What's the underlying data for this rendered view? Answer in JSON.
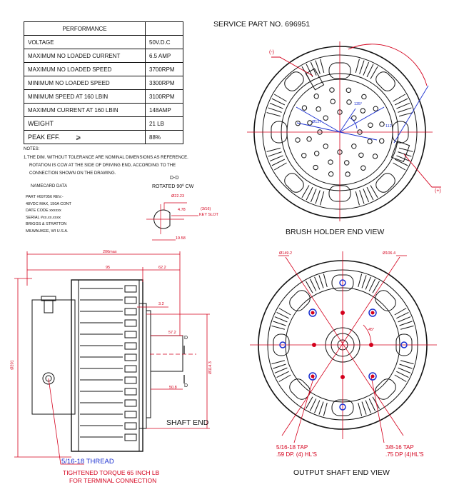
{
  "performance": {
    "header": "PERFORMANCE",
    "rows": [
      {
        "label": "VOLTAGE",
        "value": "50V.D.C"
      },
      {
        "label": "MAXIMUM NO LOADED CURRENT",
        "value": "6.5 AMP"
      },
      {
        "label": "MAXIMUM NO LOADED SPEED",
        "value": "3700RPM"
      },
      {
        "label": "MINIMUM NO LOADED SPEED",
        "value": "3300RPM"
      },
      {
        "label": "MINIMUM SPEED AT 160 LBIN",
        "value": "3100RPM"
      },
      {
        "label": "MAXIMUM CURRENT AT 160 LBIN",
        "value": "148AMP"
      },
      {
        "label": "WEIGHT",
        "value": "21 LB"
      },
      {
        "label": "PEAK EFF.",
        "value": "88%"
      }
    ],
    "peak_symbol": "⩾"
  },
  "service_part": "SERVICE PART NO. 696951",
  "notes": {
    "heading": "NOTES:",
    "line1": "1.THE DIM. WITHOUT TOLERANCE ARE NOMINAL DIMENSIONS AS REFERENCE.",
    "line2": "ROTATION IS CCW AT THE SIDE OF DRIVING END, ACCORDING TO THE",
    "line3": "CONNECTION SHOWN ON THE DRAWING."
  },
  "namecard": {
    "heading": "NAMECARD DATA",
    "lines": [
      "PART #697056 REV.-",
      "48VDC MAX, 150A CONT",
      "DATE CODE xxxxxx",
      "SERIAL #xx.xx.xxxx",
      "BRIGGS & STRATTON",
      "MILWAUKEE, WI U.S.A."
    ]
  },
  "section_view": {
    "label": "D-D",
    "rotated": "ROTATED 90º CW",
    "dim_diameter": "Ø22.23",
    "dim_key_depth": "4.78",
    "key_size": "(3/16)",
    "key_slot": "KEY SLOT",
    "dim_width": "19.58"
  },
  "brush_view": {
    "title": "BRUSH HOLDER END VIEW",
    "minus": "(-)",
    "plus": "(+)",
    "angle_135": "135°",
    "dim_127": "Ø127",
    "dim_112": "112"
  },
  "side_view": {
    "dim_206": "206max",
    "dim_95": "95",
    "dim_622": "62.2",
    "dim_32": "3.2",
    "dim_572": "57.2",
    "dim_508": "50.8",
    "dim_201": "Ø201",
    "dim_1143": "Ø114.3",
    "section_d": "D",
    "title": "SHAFT END",
    "thread": "5/16-18 THREAD",
    "torque1": "TIGHTENED TORQUE 65 INCH LB",
    "torque2": "FOR TERMINAL CONNECTION"
  },
  "output_view": {
    "title": "OUTPUT SHAFT END VIEW",
    "dim_1492": "Ø149.2",
    "dim_1064": "Ø106.4",
    "angle_45": "45°",
    "tap1_a": "5/16-18 TAP",
    "tap1_b": ".59 DP. (4) HL'S",
    "tap2_a": "3/8-16 TAP",
    "tap2_b": ".75 DP (4)HL'S"
  },
  "colors": {
    "dimension": "#d4001c",
    "annotation": "#1a2fd0",
    "line": "#111111"
  }
}
